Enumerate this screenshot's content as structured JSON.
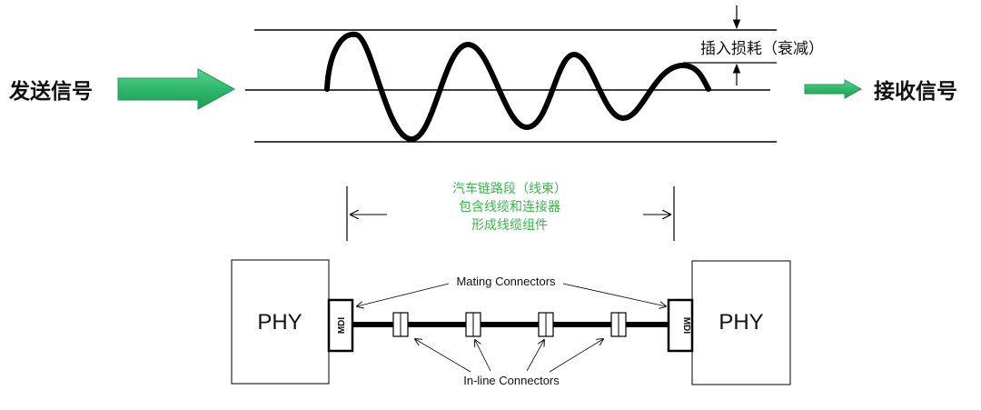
{
  "signal": {
    "send_label": "发送信号",
    "receive_label": "接收信号",
    "insertion_loss_label": "插入损耗（衰减）"
  },
  "link_segment": {
    "line1": "汽车链路段（线束）",
    "line2": "包含线缆和连接器",
    "line3": "形成线缆组件"
  },
  "phy": {
    "left_label": "PHY",
    "right_label": "PHY",
    "left_mdi": "MDI",
    "right_mdi": "MDI"
  },
  "connectors": {
    "mating_label": "Mating Connectors",
    "inline_label": "In-line Connectors"
  },
  "colors": {
    "green_accent": "#2eb86b",
    "green_text": "#3cb44b",
    "line": "#000000"
  }
}
